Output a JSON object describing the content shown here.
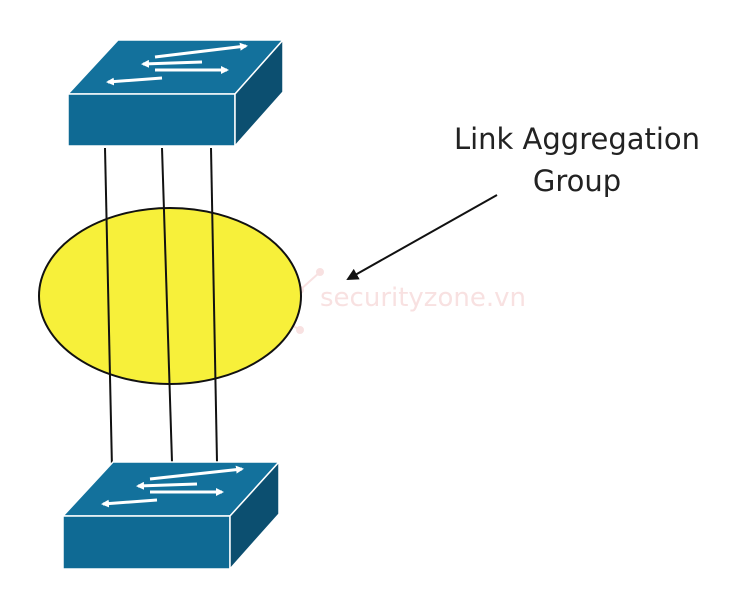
{
  "diagram": {
    "label_line1": "Link Aggregation",
    "label_line2": "Group",
    "watermark": "securityzone.vn"
  },
  "colors": {
    "switch_top": "#13719c",
    "switch_front": "#0f6a94",
    "switch_side": "#0c4f70",
    "lag_fill": "#f7f03a",
    "link_line": "#111111",
    "watermark": "#f3c9c9"
  },
  "icons": [
    "network-switch-icon",
    "arrow-left-right-icon"
  ]
}
